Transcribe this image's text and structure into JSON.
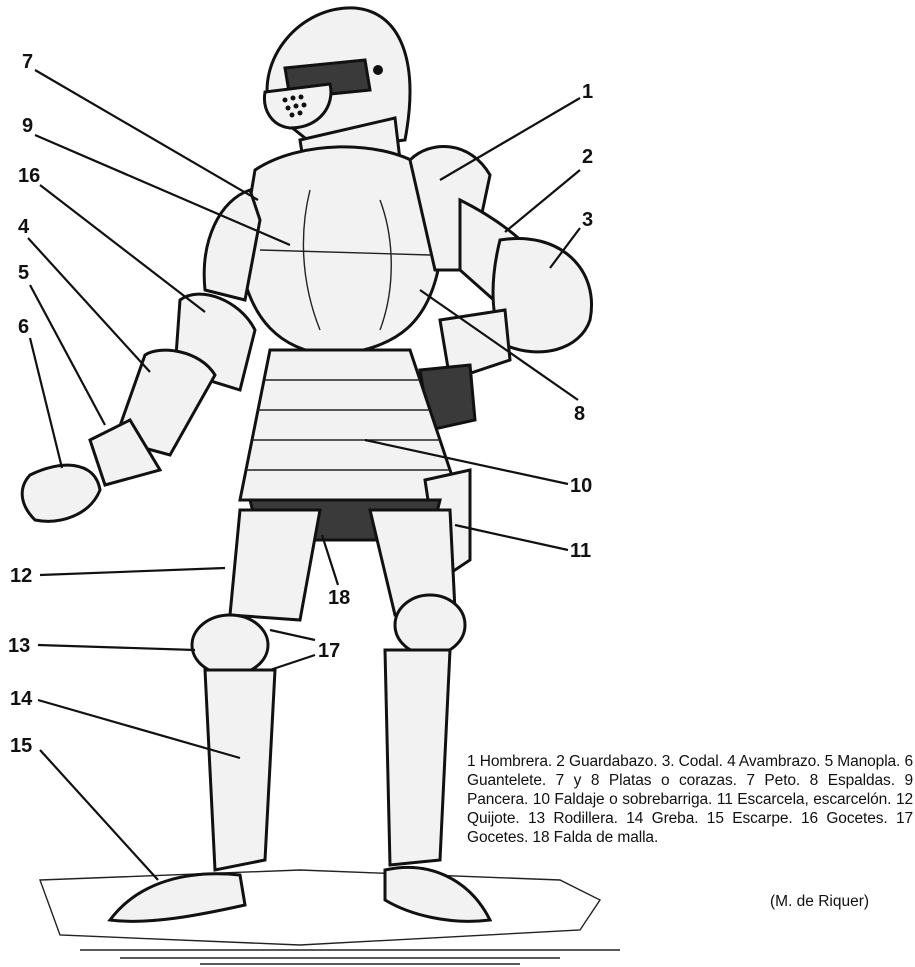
{
  "callouts": {
    "n1": "1",
    "n2": "2",
    "n3": "3",
    "n4": "4",
    "n5": "5",
    "n6": "6",
    "n7": "7",
    "n8": "8",
    "n9": "9",
    "n10": "10",
    "n11": "11",
    "n12": "12",
    "n13": "13",
    "n14": "14",
    "n15": "15",
    "n16": "16",
    "n17": "17",
    "n18": "18"
  },
  "legend": {
    "text": "1 Hombrera. 2 Guardabazo. 3. Codal. 4 Avambrazo. 5 Manopla. 6 Guantelete. 7 y 8 Platas o corazas. 7 Peto. 8 Espaldas. 9 Pancera. 10 Faldaje o sobrebarriga. 11 Escarcela, escarcelón. 12 Quijote. 13 Rodillera. 14 Greba. 15 Escarpe. 16 Gocetes. 17 Gocetes. 18 Falda de malla.",
    "credit": "(M. de Riquer)"
  },
  "colors": {
    "ink": "#111111",
    "paper": "#ffffff"
  }
}
